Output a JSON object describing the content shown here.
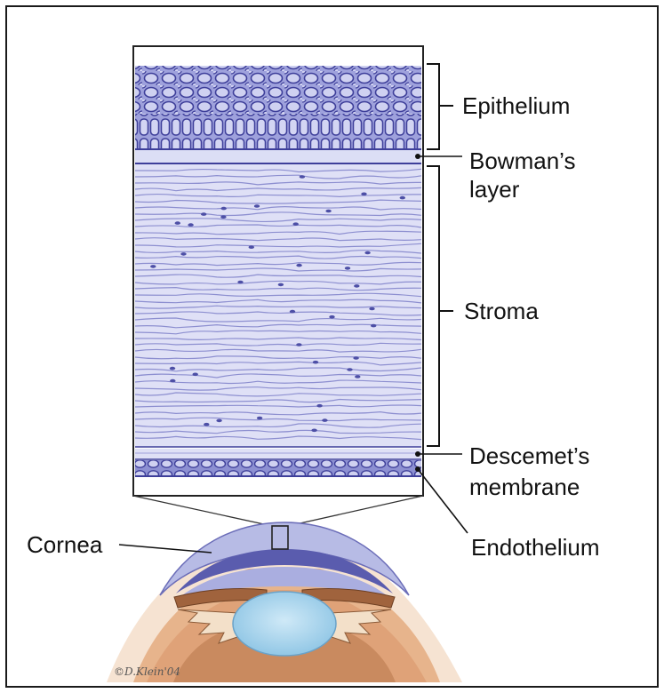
{
  "labels": {
    "epithelium": "Epithelium",
    "bowmans_line1": "Bowman’s",
    "bowmans_line2": "layer",
    "stroma": "Stroma",
    "descemets_line1": "Descemet’s",
    "descemets_line2": "membrane",
    "endothelium": "Endothelium",
    "cornea": "Cornea"
  },
  "signature": "©D.Klein'04",
  "colors": {
    "tissue_dark": "#4e4fa8",
    "tissue_mid": "#8a8ccf",
    "tissue_light": "#d9dbf3",
    "cornea_outer": "#b9bde6",
    "iris_brown": "#c88d62",
    "lens_blue": "#a9d6ee",
    "skin": "#f4d7bd"
  }
}
